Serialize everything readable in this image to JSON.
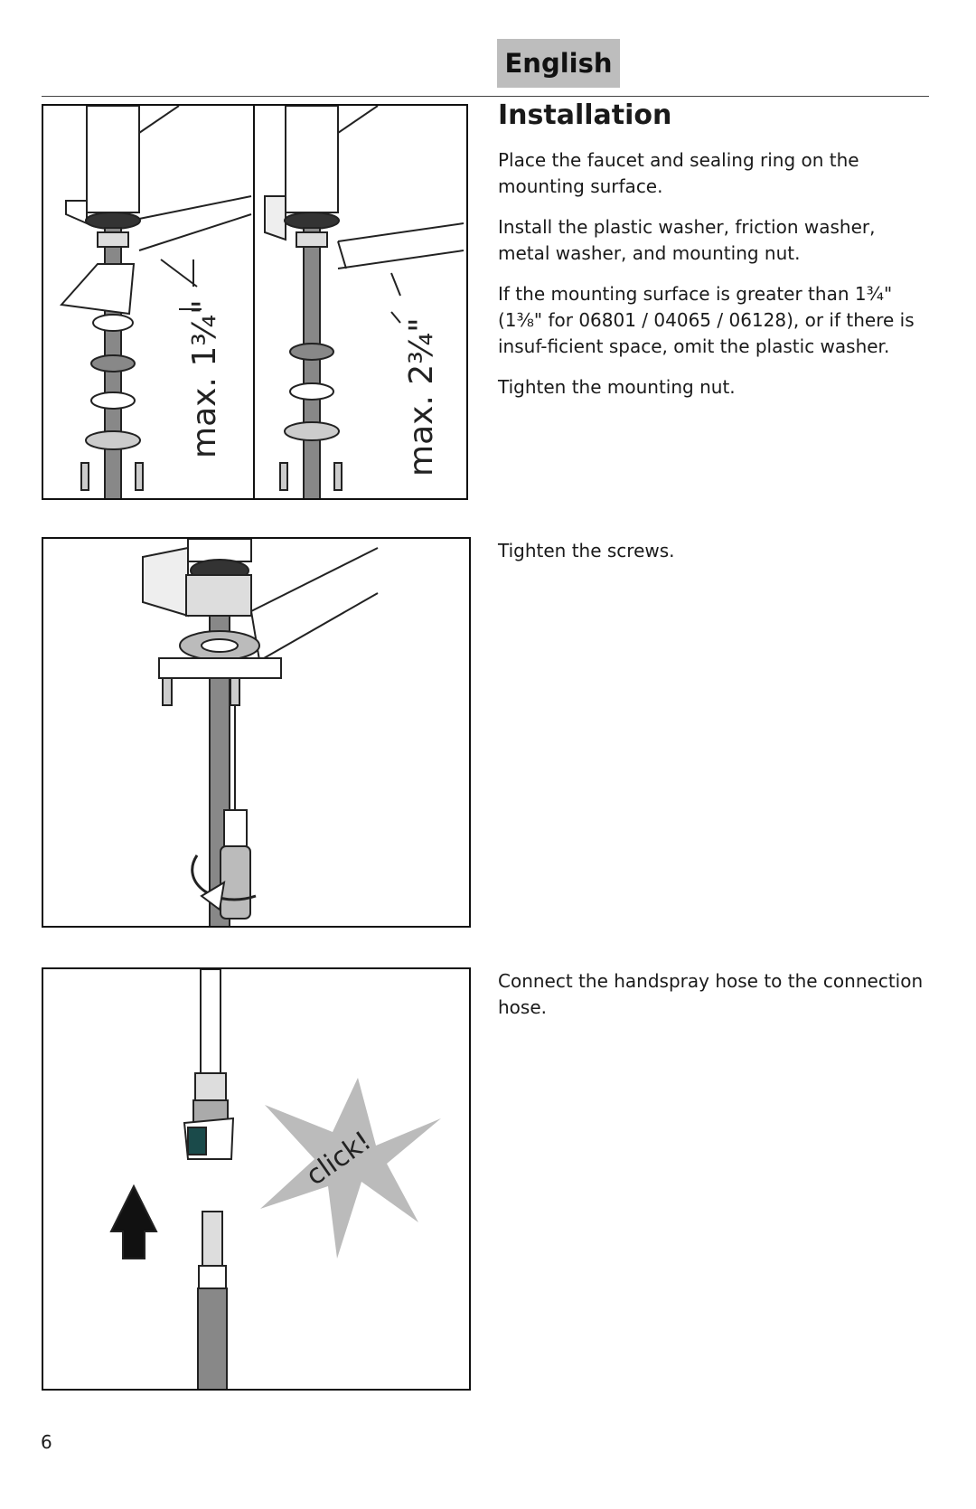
{
  "header": {
    "language_tab": "English"
  },
  "section": {
    "title": "Installation",
    "paragraphs": [
      "Place the faucet and sealing ring on the mounting surface.",
      "Install the plastic washer, friction washer, metal washer, and mounting nut.",
      "If the mounting surface is greater than 1¾\" (1⅜\" for 06801 / 04065 / 06128), or if there is insuf-ficient space, omit the plastic washer.",
      "Tighten the mounting nut."
    ],
    "step2": "Tighten the screws.",
    "step3": "Connect the handspray hose to the connection hose."
  },
  "figures": {
    "fig1_left_label": "max. 1¾\"",
    "fig1_right_label": "max. 2¾\"",
    "fig3_click": "click!"
  },
  "footer": {
    "page_number": "6"
  }
}
